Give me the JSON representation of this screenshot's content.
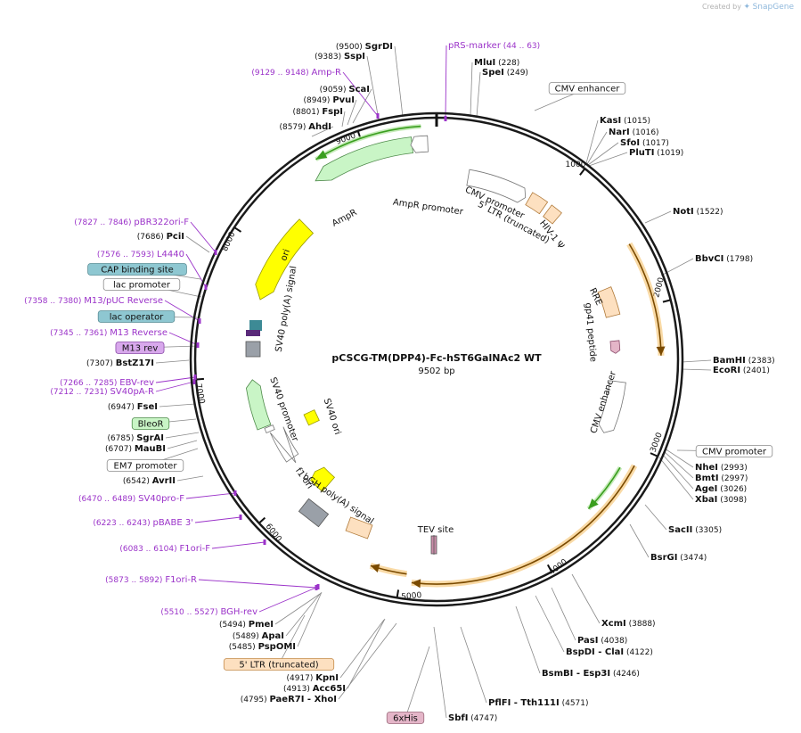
{
  "app": {
    "created_by": "Created by",
    "brand": "SnapGene"
  },
  "plasmid": {
    "name": "pCSCG-TM(DPP4)-Fc-hST6GalNAc2 WT",
    "size_label": "9502 bp",
    "length": 9502
  },
  "ticks": [
    "1000",
    "2000",
    "3000",
    "4000",
    "5000",
    "6000",
    "7000",
    "8000",
    "9000"
  ],
  "sites": [
    {
      "name": "SgrDI",
      "pos": "(9500)",
      "name_first": false
    },
    {
      "name": "SspI",
      "pos": "(9383)",
      "name_first": false
    },
    {
      "name": "ScaI",
      "pos": "(9059)",
      "name_first": false
    },
    {
      "name": "PvuI",
      "pos": "(8949)",
      "name_first": false
    },
    {
      "name": "FspI",
      "pos": "(8801)",
      "name_first": false
    },
    {
      "name": "AhdI",
      "pos": "(8579)",
      "name_first": false
    },
    {
      "name": "MluI",
      "pos": "(228)",
      "name_first": true
    },
    {
      "name": "SpeI",
      "pos": "(249)",
      "name_first": true
    },
    {
      "name": "KasI",
      "pos": "(1015)",
      "name_first": true
    },
    {
      "name": "NarI",
      "pos": "(1016)",
      "name_first": true
    },
    {
      "name": "SfoI",
      "pos": "(1017)",
      "name_first": true
    },
    {
      "name": "PluTI",
      "pos": "(1019)",
      "name_first": true
    },
    {
      "name": "NotI",
      "pos": "(1522)",
      "name_first": true
    },
    {
      "name": "BbvCI",
      "pos": "(1798)",
      "name_first": true
    },
    {
      "name": "BamHI",
      "pos": "(2383)",
      "name_first": true
    },
    {
      "name": "EcoRI",
      "pos": "(2401)",
      "name_first": true
    },
    {
      "name": "NheI",
      "pos": "(2993)",
      "name_first": true
    },
    {
      "name": "BmtI",
      "pos": "(2997)",
      "name_first": true
    },
    {
      "name": "AgeI",
      "pos": "(3026)",
      "name_first": true
    },
    {
      "name": "XbaI",
      "pos": "(3098)",
      "name_first": true
    },
    {
      "name": "SacII",
      "pos": "(3305)",
      "name_first": true
    },
    {
      "name": "BsrGI",
      "pos": "(3474)",
      "name_first": true
    },
    {
      "name": "XcmI",
      "pos": "(3888)",
      "name_first": true
    },
    {
      "name": "PasI",
      "pos": "(4038)",
      "name_first": true
    },
    {
      "name": "BspDI - ClaI",
      "pos": "(4122)",
      "name_first": true
    },
    {
      "name": "BsmBI - Esp3I",
      "pos": "(4246)",
      "name_first": true
    },
    {
      "name": "PflFI - Tth111I",
      "pos": "(4571)",
      "name_first": true
    },
    {
      "name": "SbfI",
      "pos": "(4747)",
      "name_first": true
    },
    {
      "name": "KpnI",
      "pos": "(4917)",
      "name_first": false
    },
    {
      "name": "Acc65I",
      "pos": "(4913)",
      "name_first": false
    },
    {
      "name": "PaeR7I - XhoI",
      "pos": "(4795)",
      "name_first": false
    },
    {
      "name": "PmeI",
      "pos": "(5494)",
      "name_first": false
    },
    {
      "name": "ApaI",
      "pos": "(5489)",
      "name_first": false
    },
    {
      "name": "PspOMI",
      "pos": "(5485)",
      "name_first": false
    },
    {
      "name": "AvrII",
      "pos": "(6542)",
      "name_first": false
    },
    {
      "name": "SgrAI",
      "pos": "(6785)",
      "name_first": false
    },
    {
      "name": "MauBI",
      "pos": "(6707)",
      "name_first": false
    },
    {
      "name": "FseI",
      "pos": "(6947)",
      "name_first": false
    },
    {
      "name": "BstZ17I",
      "pos": "(7307)",
      "name_first": false
    },
    {
      "name": "PciI",
      "pos": "(7686)",
      "name_first": false
    }
  ],
  "primers": [
    {
      "name": "pRS-marker",
      "pos": "(44 .. 63)",
      "name_first": true
    },
    {
      "name": "Amp-R",
      "pos": "(9129 .. 9148)",
      "name_first": false
    },
    {
      "name": "pBR322ori-F",
      "pos": "(7827 .. 7846)",
      "name_first": false
    },
    {
      "name": "L4440",
      "pos": "(7576 .. 7593)",
      "name_first": false
    },
    {
      "name": "M13/pUC Reverse",
      "pos": "(7358 .. 7380)",
      "name_first": false
    },
    {
      "name": "M13 Reverse",
      "pos": "(7345 .. 7361)",
      "name_first": false
    },
    {
      "name": "EBV-rev",
      "pos": "(7266 .. 7285)",
      "name_first": false
    },
    {
      "name": "SV40pA-R",
      "pos": "(7212 .. 7231)",
      "name_first": false
    },
    {
      "name": "SV40pro-F",
      "pos": "(6470 .. 6489)",
      "name_first": false
    },
    {
      "name": "pBABE 3'",
      "pos": "(6223 .. 6243)",
      "name_first": false
    },
    {
      "name": "F1ori-F",
      "pos": "(6083 .. 6104)",
      "name_first": false
    },
    {
      "name": "F1ori-R",
      "pos": "(5873 .. 5892)",
      "name_first": false
    },
    {
      "name": "BGH-rev",
      "pos": "(5510 .. 5527)",
      "name_first": false
    }
  ],
  "boxes": [
    {
      "label": "CMV enhancer",
      "style": "white"
    },
    {
      "label": "CMV promoter",
      "style": "white"
    },
    {
      "label": "CAP binding site",
      "style": "teal"
    },
    {
      "label": "lac promoter",
      "style": "white"
    },
    {
      "label": "lac operator",
      "style": "teal"
    },
    {
      "label": "M13 rev",
      "style": "purple"
    },
    {
      "label": "BleoR",
      "style": "green"
    },
    {
      "label": "EM7 promoter",
      "style": "white"
    },
    {
      "label": "5' LTR (truncated)",
      "style": "peach"
    },
    {
      "label": "6xHis",
      "style": "pink"
    }
  ],
  "features": [
    {
      "label": "AmpR promoter"
    },
    {
      "label": "AmpR"
    },
    {
      "label": "ori"
    },
    {
      "label": "SV40 poly(A) signal"
    },
    {
      "label": "CMV promoter"
    },
    {
      "label": "5' LTR (truncated)"
    },
    {
      "label": "HIV-1 Ψ"
    },
    {
      "label": "RRE"
    },
    {
      "label": "gp41 peptide"
    },
    {
      "label": "CMV enhancer"
    },
    {
      "label": "SV40 promoter"
    },
    {
      "label": "SV40 ori"
    },
    {
      "label": "f1 ori"
    },
    {
      "label": "bGH poly(A) signal"
    },
    {
      "label": "TEV site"
    }
  ],
  "colors": {
    "backbone": "#1a1a1a",
    "primer": "#9b33c9",
    "ampr": "#c9f5c6",
    "ori": "#ffff00",
    "ltr": "#fde0c0",
    "orf_glow": "#f5c26b",
    "orf": "#e6a23c",
    "green_arrow": "#3a9e1f",
    "gray_box": "#9aa0a8",
    "teal_box": "#8ec7d1",
    "purple_box": "#d8a8ec",
    "pink_box": "#e4b5c8"
  }
}
